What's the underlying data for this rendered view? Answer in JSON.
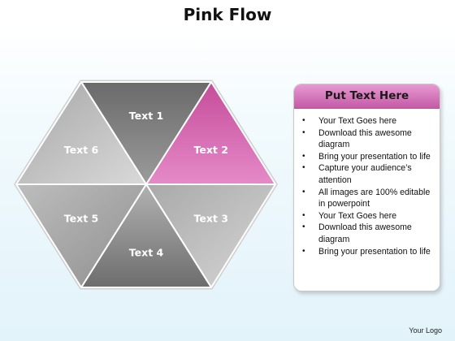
{
  "title": "Pink Flow",
  "segments": [
    {
      "label": "Text 1"
    },
    {
      "label": "Text 2"
    },
    {
      "label": "Text 3"
    },
    {
      "label": "Text 4"
    },
    {
      "label": "Text 5"
    },
    {
      "label": "Text 6"
    }
  ],
  "panel": {
    "heading": "Put Text Here",
    "bullets": [
      "Your Text Goes here",
      "Download this awesome diagram",
      "Bring your presentation to life",
      "Capture your audience’s attention",
      "All images are 100% editable in powerpoint",
      "Your Text Goes here",
      "Download this awesome diagram",
      "Bring your presentation to life"
    ]
  },
  "logo": "Your Logo",
  "colors": {
    "accent": "#c9569f",
    "panel_header": "#d77cbd"
  }
}
